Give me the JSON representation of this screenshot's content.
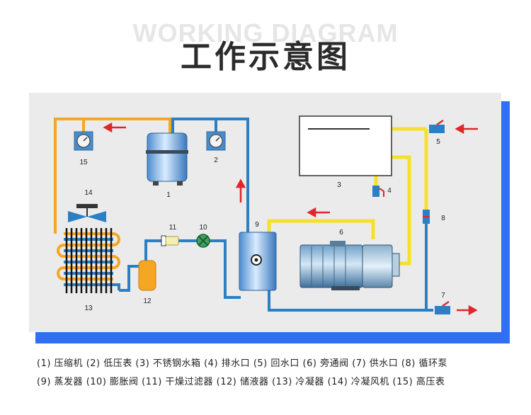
{
  "header": {
    "background_word": "WORKING DIAGRAM",
    "title": "工作示意图"
  },
  "components": {
    "c1": "1",
    "c2": "2",
    "c3": "3",
    "c4": "4",
    "c5": "5",
    "c6": "6",
    "c7": "7",
    "c8": "8",
    "c9": "9",
    "c10": "10",
    "c11": "11",
    "c12": "12",
    "c13": "13",
    "c14": "14",
    "c15": "15"
  },
  "legend": {
    "line1": [
      "(1) 压缩机",
      "(2) 低压表",
      "(3) 不锈钢水箱",
      "(4) 排水口",
      "(5) 回水口",
      "(6) 旁通阀",
      "(7) 供水口",
      "(8) 循环泵"
    ],
    "line2": [
      "(9) 蒸发器",
      "(10) 膨胀阀",
      "(11) 干燥过滤器",
      "(12) 储液器",
      "(13) 冷凝器",
      "(14) 冷凝风机",
      "(15) 高压表"
    ]
  },
  "colors": {
    "accent_blue": "#2f6ff0",
    "refrigerant_pipe": "#f5a623",
    "water_pipe_yellow": "#f5e12a",
    "water_pipe_blue": "#2b7fc4",
    "flow_arrow": "#e0262a"
  }
}
